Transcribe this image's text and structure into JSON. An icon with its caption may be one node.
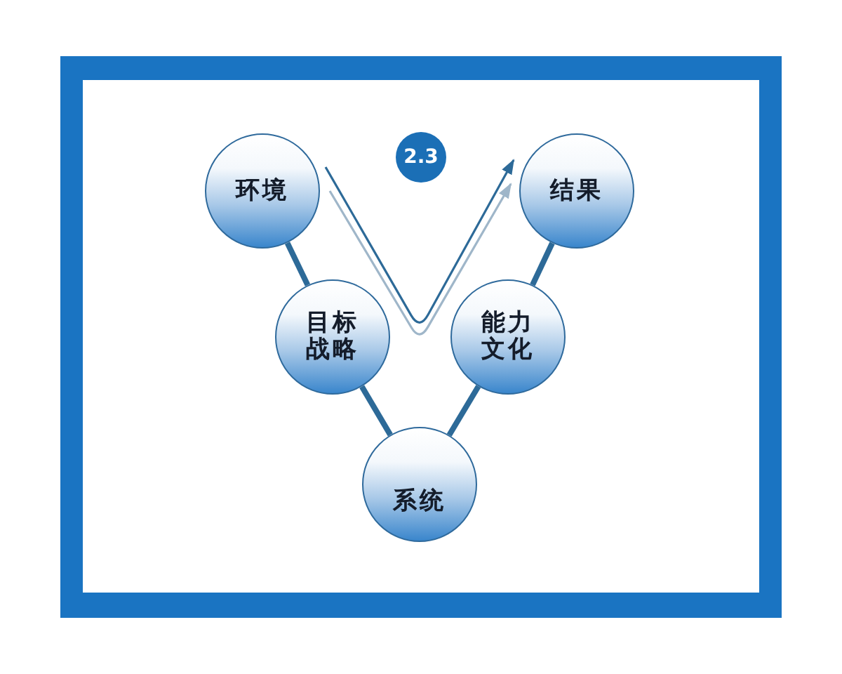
{
  "diagram": {
    "nodes": [
      {
        "text": [
          "环境"
        ]
      },
      {
        "text": [
          "2.3"
        ]
      },
      {
        "text": [
          "结果"
        ]
      },
      {
        "text": [
          "目标战略"
        ]
      },
      {
        "text": [
          "能力文化"
        ]
      },
      {
        "text": [
          "系统"
        ]
      }
    ],
    "edges": [
      {
        "from": 0,
        "to": 3,
        "arrow": "none"
      },
      {
        "from": 3,
        "to": 5,
        "arrow": "none"
      },
      {
        "from": 5,
        "to": 4,
        "arrow": "none"
      },
      {
        "from": 4,
        "to": 2,
        "arrow": "none"
      },
      {
        "from": 0,
        "to": 2,
        "arrow": "to"
      }
    ]
  }
}
